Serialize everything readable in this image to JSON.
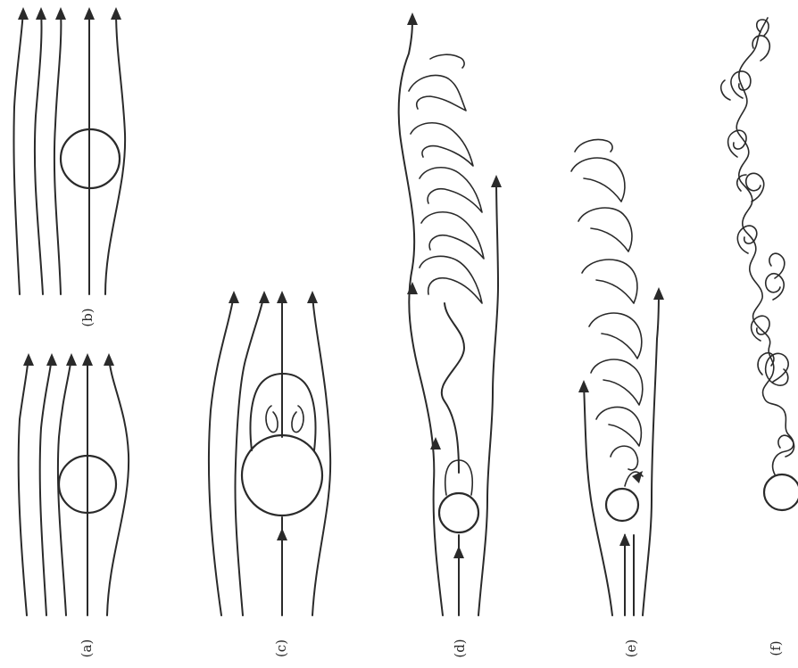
{
  "figure": {
    "panels": [
      {
        "id": "a",
        "label": "(a)"
      },
      {
        "id": "b",
        "label": "(b)"
      },
      {
        "id": "c",
        "label": "(c)"
      },
      {
        "id": "d",
        "label": "(d)"
      },
      {
        "id": "e",
        "label": "(e)"
      },
      {
        "id": "f",
        "label": "(f)"
      }
    ],
    "colors": {
      "ink": "#2a2a2a",
      "background": "#ffffff"
    }
  }
}
